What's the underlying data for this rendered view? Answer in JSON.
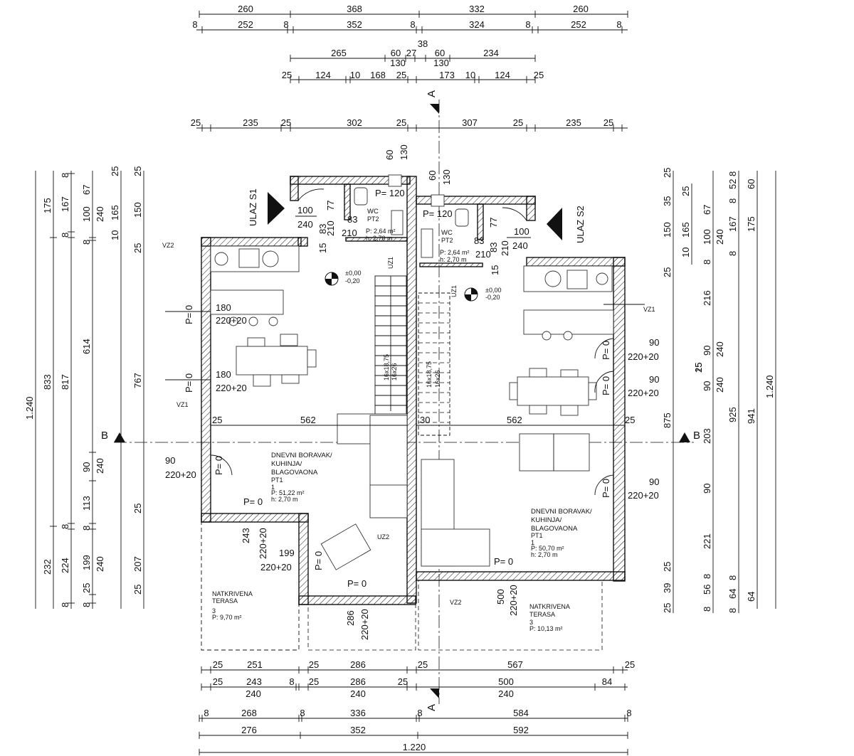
{
  "dims_top": [
    [
      "260",
      "368",
      "332",
      "260"
    ],
    [
      "8",
      "252",
      "8",
      "352",
      "8",
      "324",
      "8",
      "252",
      "8"
    ],
    [
      "38"
    ],
    [
      "265",
      "60",
      "27",
      "60",
      "234"
    ],
    [
      "130",
      "130"
    ],
    [
      "25",
      "124",
      "10",
      "168",
      "25",
      "173",
      "10",
      "124",
      "25"
    ],
    [
      "25",
      "235",
      "25",
      "302",
      "25",
      "307",
      "25",
      "235",
      "25"
    ]
  ],
  "dims_bottom": [
    [
      "25",
      "251",
      "25",
      "286",
      "25",
      "567",
      "25"
    ],
    [
      "25",
      "243",
      "8",
      "25",
      "286",
      "25",
      "500",
      "84"
    ],
    [
      "240",
      "240",
      "240"
    ],
    [
      "8",
      "268",
      "8",
      "336",
      "8",
      "584",
      "8"
    ],
    [
      "276",
      "352",
      "592"
    ],
    [
      "1.220"
    ]
  ],
  "dims_left": [
    [
      "1.240"
    ],
    [
      "175",
      "833",
      "232"
    ],
    [
      "8",
      "167",
      "8",
      "817",
      "8",
      "224",
      "8"
    ],
    [
      "67",
      "100",
      "8",
      "614",
      "90",
      "113",
      "8",
      "199",
      "25",
      "8"
    ],
    [
      "240",
      "240",
      "240"
    ],
    [
      "25",
      "165",
      "10",
      "767",
      "25",
      "207",
      "25"
    ],
    [
      "25",
      "150",
      "25"
    ]
  ],
  "dims_right": [
    [
      "25",
      "35",
      "150",
      "25",
      "875",
      "25",
      "39",
      "25"
    ],
    [
      "25",
      "165",
      "10",
      "25"
    ],
    [
      "67",
      "100",
      "8",
      "216",
      "90",
      "15",
      "90",
      "203",
      "90",
      "221",
      "8",
      "56",
      "8"
    ],
    [
      "240",
      "240",
      "240"
    ],
    [
      "8",
      "52",
      "8",
      "167",
      "8",
      "925",
      "8",
      "64",
      "8"
    ],
    [
      "60",
      "175",
      "941",
      "64"
    ],
    [
      "1.240"
    ]
  ],
  "section_marks": {
    "a_top": "A",
    "a_bottom": "A",
    "b_left": "B",
    "b_right": "B"
  },
  "entrances": {
    "s1": "ULAZ S1",
    "s2": "ULAZ S2"
  },
  "entrance_door_s1": {
    "w": "100",
    "h": "240"
  },
  "entrance_door_s2": {
    "w": "100",
    "h": "240"
  },
  "wc": {
    "left": {
      "title": "WC",
      "code": "PT2",
      "area": "P: 2,64 m²",
      "height": "h: 2,70 m",
      "window": "P= 120",
      "door_w": "83",
      "door_h": "210",
      "sill": "77",
      "sill2": "83",
      "sill3": "15"
    },
    "right": {
      "title": "WC",
      "code": "PT2",
      "area": "P: 2,64 m²",
      "height": "h: 2,70 m",
      "window": "P= 120",
      "door_w": "83",
      "door_h": "210",
      "sill": "77",
      "sill2": "83",
      "sill3": "15"
    }
  },
  "levels": {
    "left": [
      "±0,00",
      "-0,20"
    ],
    "right": [
      "±0,00",
      "-0,20"
    ]
  },
  "stairs": {
    "left": "16x18,75\n16x26",
    "right": "16x18,75\n16x26",
    "uz1_left": "UZ1",
    "uz1_right": "UZ1"
  },
  "rooms": {
    "left": {
      "name": [
        "DNEVNI BORAVAK/",
        "KUHINJA/",
        "BLAGOVAONA"
      ],
      "code": "PT1",
      "num": "1",
      "area": "P: 51,22 m²",
      "height": "h: 2,70 m",
      "width": "562",
      "wall": "25"
    },
    "right": {
      "name": [
        "DNEVNI BORAVAK/",
        "KUHINJA/",
        "BLAGOVAONA"
      ],
      "code": "PT1",
      "num": "1",
      "area": "P: 50,70 m²",
      "height": "h: 2,70 m",
      "width": "562",
      "wall_a": "30",
      "wall_b": "25"
    }
  },
  "terraces": {
    "left": {
      "name": [
        "NATKRIVENA",
        "TERASA"
      ],
      "num": "3",
      "area": "P: 9,70 m²"
    },
    "right": {
      "name": [
        "NATKRIVENA",
        "TERASA"
      ],
      "num": "3",
      "area": "P: 10,13 m²"
    }
  },
  "windows_left": [
    {
      "p": "P= 0",
      "w": "180",
      "h": "220+20"
    },
    {
      "p": "P= 0",
      "w": "180",
      "h": "220+20"
    },
    {
      "p": "P= 0",
      "w": "90",
      "h": "220+20"
    }
  ],
  "windows_right": [
    {
      "p": "P= 0",
      "w": "90",
      "h": "220+20"
    },
    {
      "p": "P= 0",
      "w": "90",
      "h": "220+20"
    },
    {
      "p": "P= 0",
      "w": "90",
      "h": "220+20"
    }
  ],
  "terrace_openings": {
    "left_a": {
      "p": "P= 0",
      "w": "243",
      "h": "220+20"
    },
    "left_b": {
      "p": "P= 0",
      "w": "199",
      "h": "220+20"
    },
    "left_c": {
      "p": "P= 0",
      "w": "286",
      "h": "220+20"
    },
    "right": {
      "p": "P= 0",
      "w": "500",
      "h": "220+20"
    }
  },
  "tags": {
    "vz2_left": "VZ2",
    "vz1_left": "VZ1",
    "vz1_right": "VZ1",
    "uz2": "UZ2",
    "vz2_bottom": "VZ2"
  }
}
